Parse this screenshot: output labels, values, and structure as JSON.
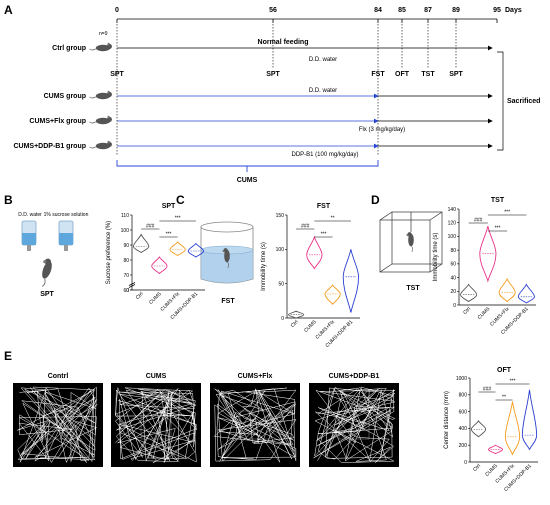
{
  "panelA": {
    "letter": "A",
    "days_label": "Days",
    "n_label": "n=9",
    "ticks": [
      "0",
      "56",
      "84",
      "85",
      "87",
      "89",
      "95"
    ],
    "groups": [
      "Ctrl group",
      "CUMS group",
      "CUMS+Flx group",
      "CUMS+DDP-B1 group"
    ],
    "normal_feeding": "Normal feeding",
    "dd_water_ctrl": "D.D. water",
    "dd_water_cums": "D.D. water",
    "flx_text": "Flx (3 mg/kg/day)",
    "ddp_text": "DDP-B1 (100 mg/kg/day)",
    "tests": [
      "SPT",
      "SPT",
      "FST",
      "OFT",
      "TST",
      "SPT"
    ],
    "sacrificed": "Sacrificed",
    "cums_label": "CUMS"
  },
  "panelB": {
    "letter": "B",
    "dd_water": "D.D. water",
    "sucrose": "1% sucrose solution",
    "caption": "SPT"
  },
  "panelC": {
    "letter": "C",
    "caption": "FST"
  },
  "panelD": {
    "letter": "D",
    "caption": "TST"
  },
  "panelE": {
    "letter": "E",
    "arena_titles": [
      "Contrl",
      "CUMS",
      "CUMS+Flx",
      "CUMS+DDP-B1"
    ]
  },
  "colors": {
    "ctrl": "#555555",
    "cums": "#e8328a",
    "flx": "#f39c1e",
    "ddp": "#2a3fd1",
    "timeline_blue": "#2746d4"
  },
  "chart_data": [
    {
      "type": "violin",
      "title": "SPT",
      "ylabel": "Sucrose preference (%)",
      "categories": [
        "Ctrl",
        "CUMS",
        "CUMS+Flx",
        "CUMS+DDP-B1"
      ],
      "y_ticks": [
        "0",
        "60",
        "70",
        "80",
        "90",
        "100",
        "110"
      ],
      "ylim": [
        60,
        110
      ],
      "axis_break": true,
      "medians": [
        89,
        76,
        87,
        86
      ],
      "ranges": [
        [
          85,
          97
        ],
        [
          71,
          82
        ],
        [
          83,
          92
        ],
        [
          82,
          91
        ]
      ],
      "significance": [
        "###",
        "***",
        "***"
      ]
    },
    {
      "type": "violin",
      "title": "FST",
      "ylabel": "Immobility time (s)",
      "categories": [
        "Ctrl",
        "CUMS",
        "CUMS+Flx",
        "CUMS+DDP-B1"
      ],
      "y_ticks": [
        "0",
        "50",
        "100",
        "150"
      ],
      "ylim": [
        0,
        150
      ],
      "medians": [
        5,
        92,
        35,
        60
      ],
      "ranges": [
        [
          0,
          10
        ],
        [
          72,
          118
        ],
        [
          20,
          48
        ],
        [
          8,
          100
        ]
      ],
      "significance": [
        "###",
        "***",
        "**"
      ]
    },
    {
      "type": "violin",
      "title": "TST",
      "ylabel": "Immobility time (s)",
      "categories": [
        "Ctrl",
        "CUMS",
        "CUMS+Flx",
        "CUMS+DDP-B1"
      ],
      "y_ticks": [
        "0",
        "20",
        "40",
        "60",
        "80",
        "100",
        "120",
        "140"
      ],
      "ylim": [
        0,
        140
      ],
      "medians": [
        15,
        75,
        18,
        12
      ],
      "ranges": [
        [
          5,
          30
        ],
        [
          35,
          115
        ],
        [
          5,
          38
        ],
        [
          3,
          30
        ]
      ],
      "significance": [
        "###",
        "***",
        "***"
      ]
    },
    {
      "type": "violin",
      "title": "OFT",
      "ylabel": "Center distance (mm)",
      "categories": [
        "Ctrl",
        "CUMS",
        "CUMS+Flx",
        "CUMS+DDP-B1"
      ],
      "y_ticks": [
        "0",
        "200",
        "400",
        "600",
        "800",
        "1000"
      ],
      "ylim": [
        0,
        1000
      ],
      "medians": [
        390,
        150,
        300,
        320
      ],
      "ranges": [
        [
          300,
          490
        ],
        [
          100,
          200
        ],
        [
          90,
          720
        ],
        [
          150,
          860
        ]
      ],
      "significance": [
        "###",
        "**",
        "***"
      ]
    }
  ]
}
